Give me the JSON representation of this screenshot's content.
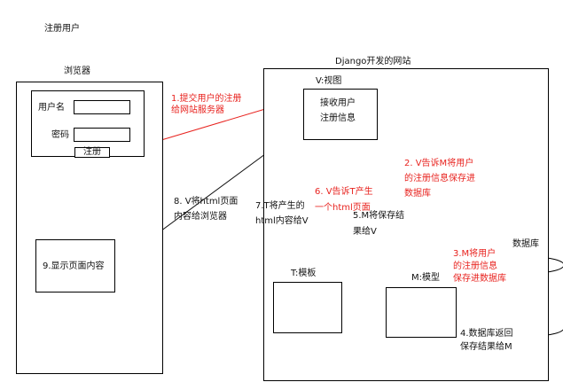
{
  "title": "注册用户",
  "browser": {
    "label": "浏览器",
    "username_label": "用户名",
    "password_label": "密码",
    "register_button": "注册",
    "display_label": "9.显示页面内容"
  },
  "site": {
    "label": "Django开发的网站",
    "view_label": "V:视图",
    "view_text_line1": "接收用户",
    "view_text_line2": "注册信息",
    "template_label": "T:模板",
    "model_label": "M:模型"
  },
  "database": {
    "label": "数据库"
  },
  "steps": [
    {
      "id": "1",
      "lines": [
        "1.提交用户的注册",
        "给网站服务器"
      ],
      "color": "#e8231f"
    },
    {
      "id": "2",
      "lines": [
        "2. V告诉M将用户",
        "的注册信息保存进",
        "数据库"
      ],
      "color": "#e8231f"
    },
    {
      "id": "3",
      "lines": [
        "3.M将用户",
        "的注册信息",
        "保存进数据库"
      ],
      "color": "#e8231f"
    },
    {
      "id": "4",
      "lines": [
        "4.数据库返回",
        "保存结果给M"
      ],
      "color": "#111111"
    },
    {
      "id": "5",
      "lines": [
        "5.M将保存结",
        "果给V"
      ],
      "color": "#111111"
    },
    {
      "id": "6",
      "lines": [
        "6. V告诉T产生",
        "一个html页面"
      ],
      "color": "#e8231f"
    },
    {
      "id": "7",
      "lines": [
        "7.T将产生的",
        "html内容给V"
      ],
      "color": "#111111"
    },
    {
      "id": "8",
      "lines": [
        "8. V将html页面",
        "内容给浏览器"
      ],
      "color": "#111111"
    }
  ]
}
